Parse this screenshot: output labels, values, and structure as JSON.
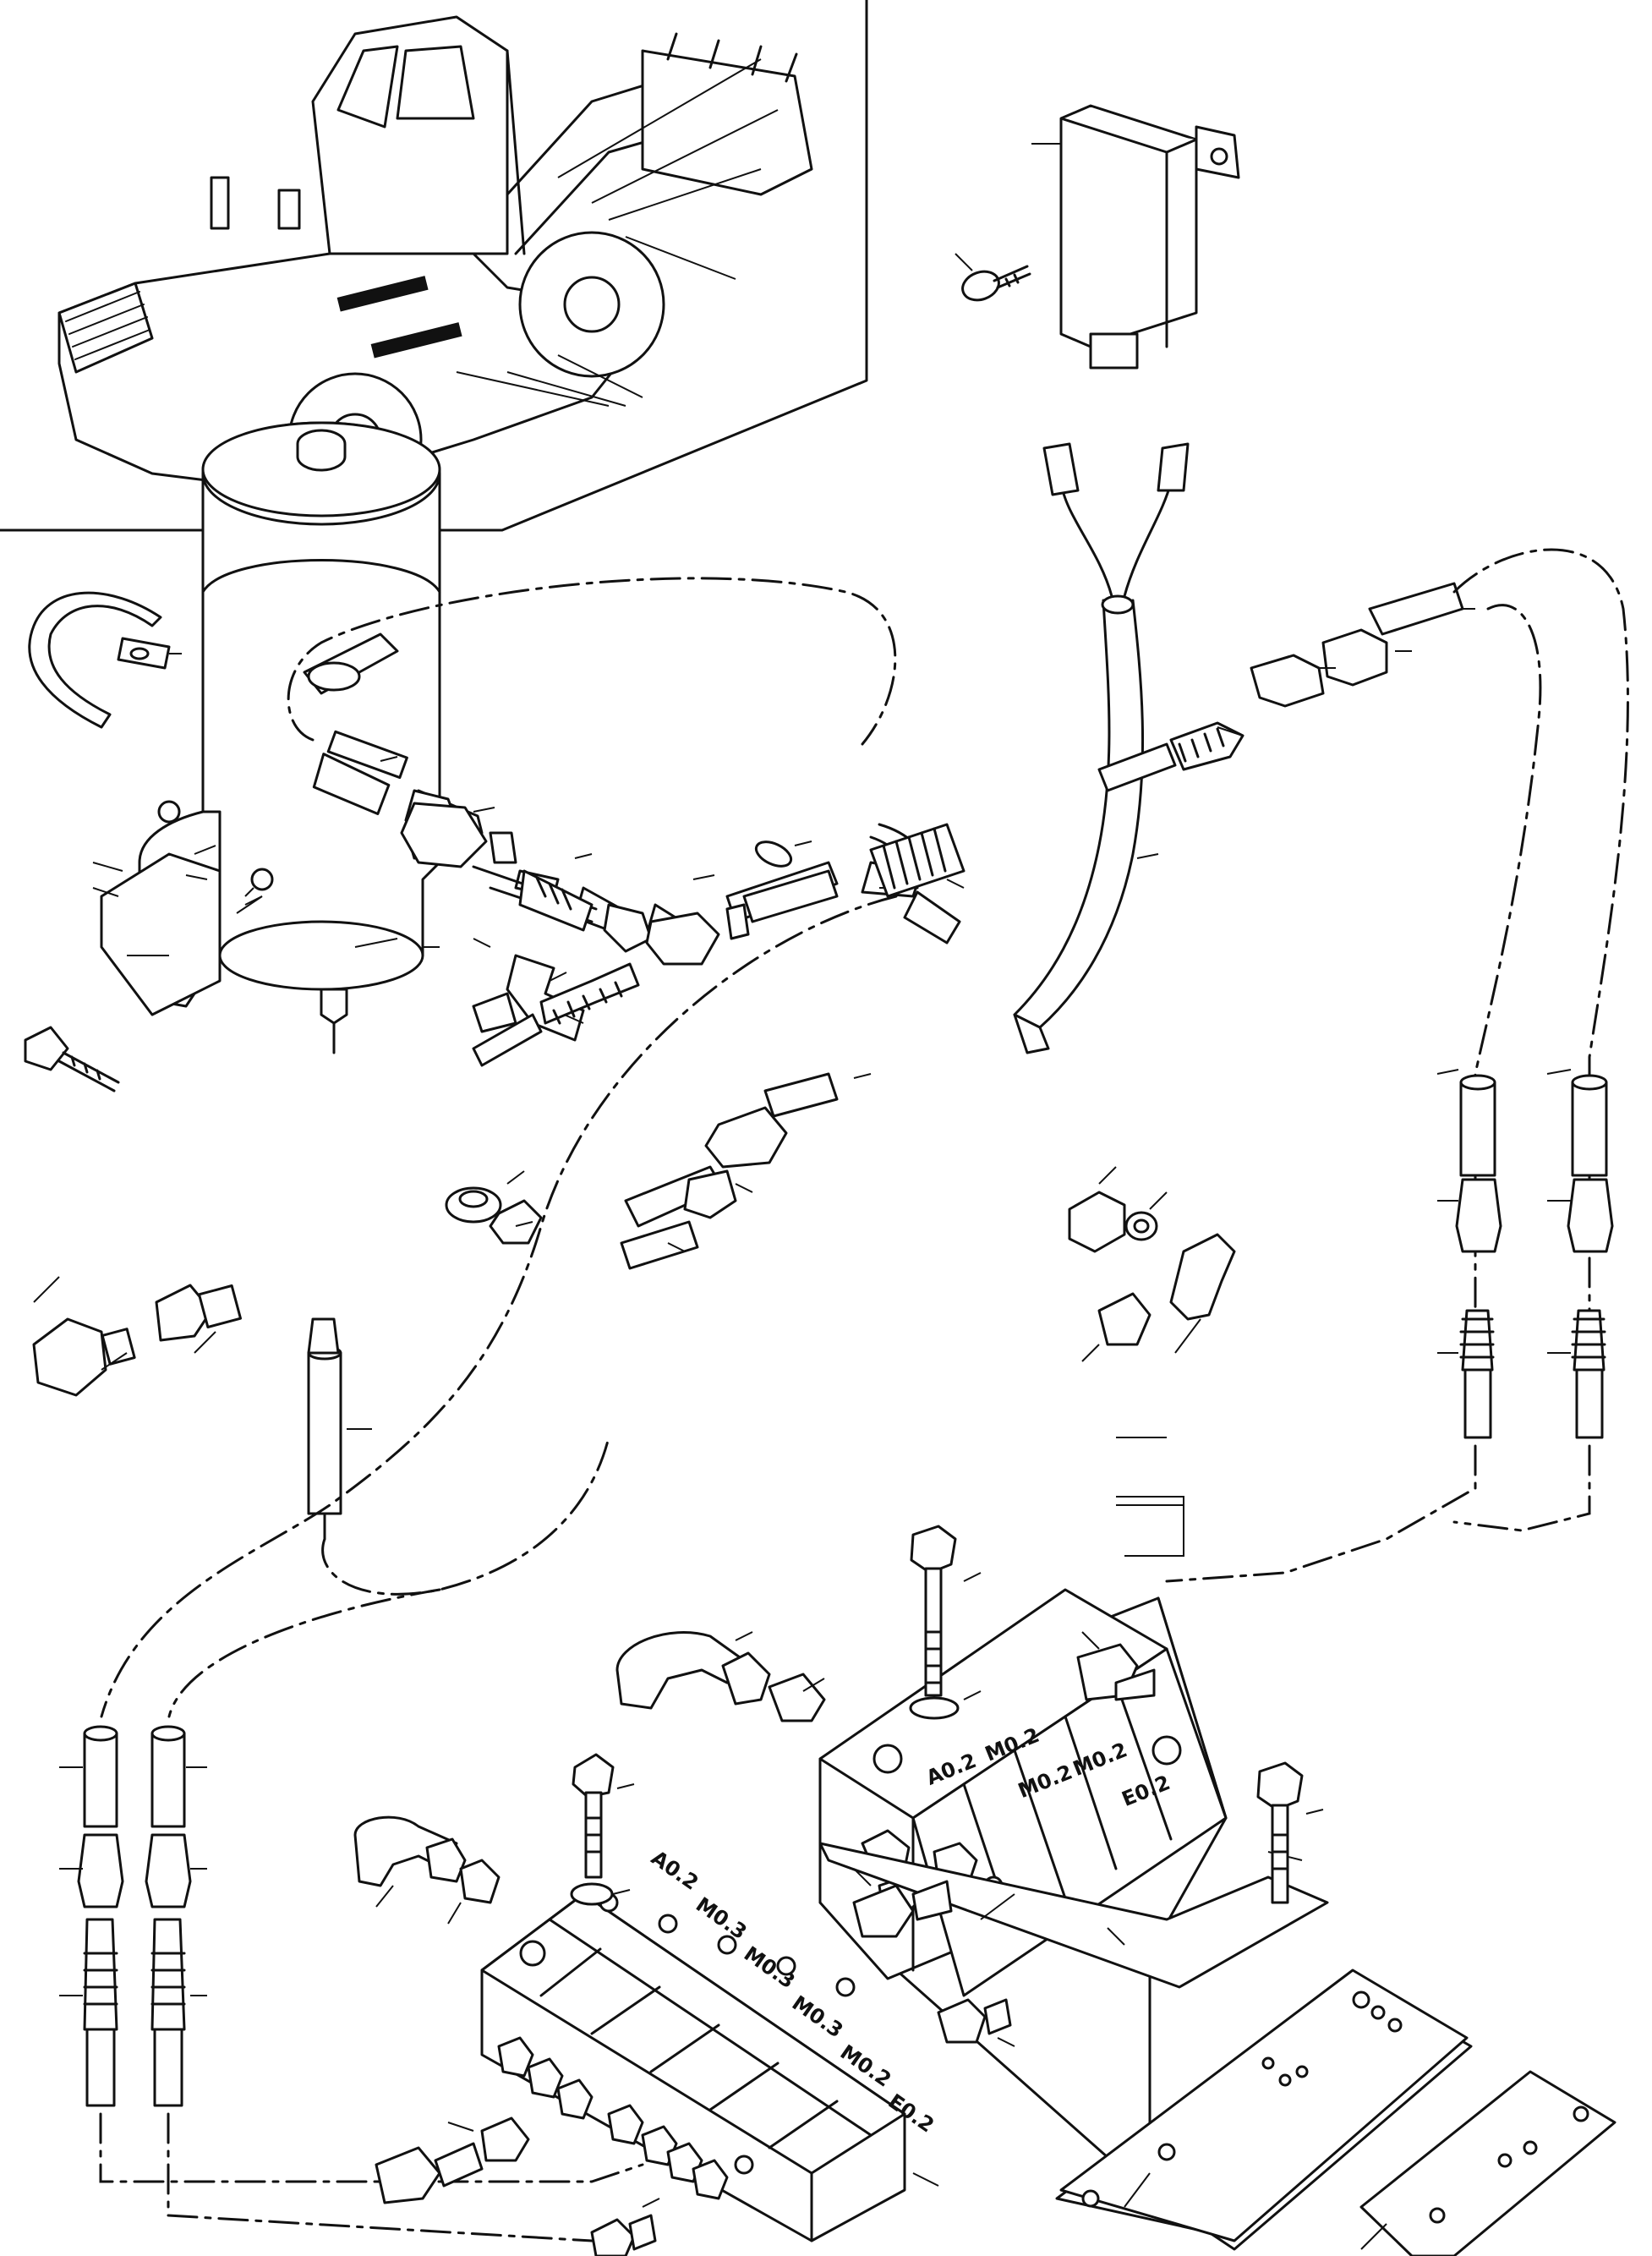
{
  "diagram": {
    "blocks": {
      "upper": [
        "A0.2",
        "M0.2",
        "M0.2",
        "M0.2",
        "E0.2"
      ],
      "lower": [
        "A0.2",
        "M0.3",
        "M0.3",
        "M0.3",
        "M0.2",
        "E0.2"
      ]
    }
  }
}
